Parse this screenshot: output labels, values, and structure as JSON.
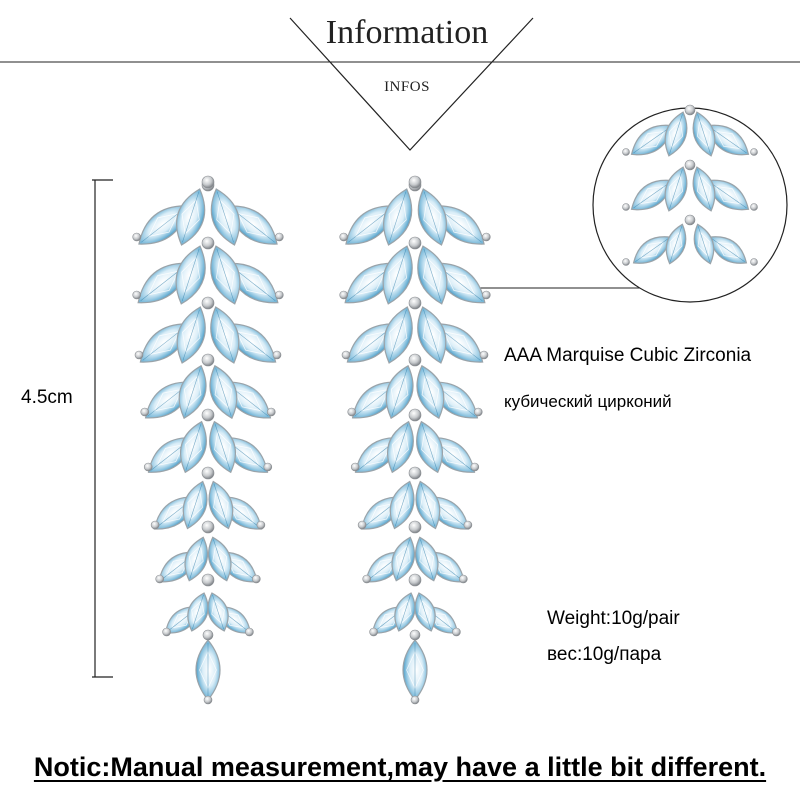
{
  "header": {
    "title": "Information",
    "subtitle": "INFOS"
  },
  "dimension": {
    "length_label": "4.5cm"
  },
  "material": {
    "english": "AAA Marquise Cubic Zirconia",
    "russian": "кубический цирконий"
  },
  "weight": {
    "english": "Weight:10g/pair",
    "russian": "вес:10g/пара"
  },
  "notice": "Notic:Manual measurement,may have a little bit different.",
  "colors": {
    "line": "#222222",
    "stone_light": "#eef6fb",
    "stone_blue": "#4a9cc4",
    "stone_deep": "#1f6f9a",
    "metal": "#b9bcc0"
  }
}
